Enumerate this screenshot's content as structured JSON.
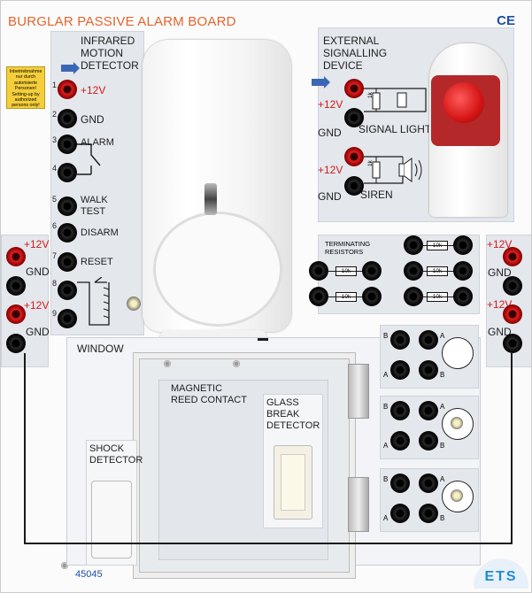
{
  "title": "BURGLAR PASSIVE ALARM BOARD",
  "ce_mark": "CE",
  "model_number": "45045",
  "brand": "ETS",
  "warning_label": "Inbetriebnahme nur durch autorisierte Personen! Setting-up by authorized persons only!",
  "motion_detector": {
    "title_lines": [
      "INFRARED",
      "MOTION",
      "DETECTOR"
    ],
    "terminals": [
      {
        "num": "1",
        "label": "+12V",
        "color": "red"
      },
      {
        "num": "2",
        "label": "GND",
        "color": "black"
      },
      {
        "num": "3",
        "label": "ALARM",
        "color": "black"
      },
      {
        "num": "4",
        "label": "",
        "color": "black"
      },
      {
        "num": "5",
        "label": "WALK TEST",
        "color": "black"
      },
      {
        "num": "6",
        "label": "DISARM",
        "color": "black"
      },
      {
        "num": "7",
        "label": "RESET",
        "color": "black"
      },
      {
        "num": "8",
        "label": "",
        "color": "black"
      },
      {
        "num": "9",
        "label": "",
        "color": "black"
      }
    ],
    "walk_label_1": "WALK",
    "walk_label_2": "TEST"
  },
  "external_signalling": {
    "title_lines": [
      "EXTERNAL",
      "SIGNALLING",
      "DEVICE"
    ],
    "plus12v": "+12V",
    "gnd": "GND",
    "signal_light": "SIGNAL LIGHT",
    "siren": "SIREN",
    "resistor": "1k"
  },
  "terminating_resistors": {
    "title_lines": [
      "TERMINATING",
      "RESISTORS"
    ],
    "value": "10k"
  },
  "power_left": {
    "plus12v": "+12V",
    "gnd": "GND"
  },
  "power_right": {
    "plus12v": "+12V",
    "gnd": "GND"
  },
  "window": {
    "title": "WINDOW",
    "magnetic_contact_lines": [
      "MAGNETIC",
      "REED CONTACT"
    ],
    "glass_break_lines": [
      "GLASS",
      "BREAK",
      "DETECTOR"
    ],
    "shock_detector_lines": [
      "SHOCK",
      "DETECTOR"
    ]
  },
  "sensor_terminals": {
    "a": "A",
    "b": "B"
  }
}
